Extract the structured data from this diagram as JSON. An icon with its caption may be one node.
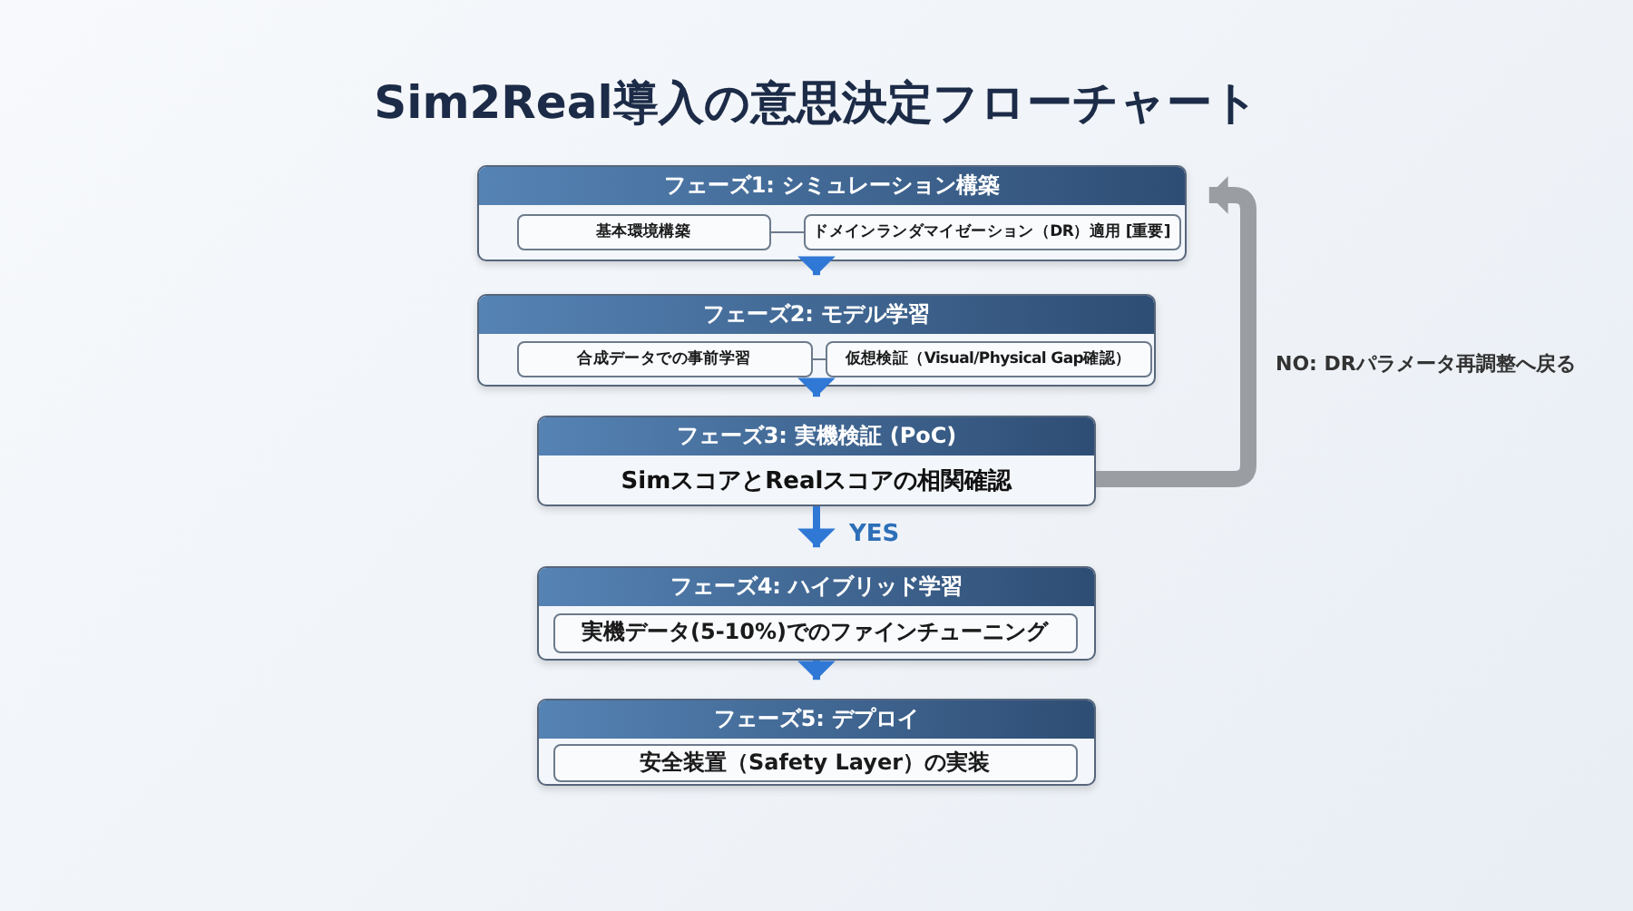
{
  "diagram": {
    "title": "Sim2Real導入の意思決定フローチャート",
    "nodes": [
      {
        "text": [
          "フェーズ1: シミュレーション構築"
        ]
      },
      {
        "text": [
          "基本環境構築"
        ],
        "in": 0
      },
      {
        "text": [
          "ドメインランダマイゼーション（DR）適用 [重要]"
        ],
        "in": 0
      },
      {
        "text": [
          "フェーズ2: モデル学習"
        ]
      },
      {
        "text": [
          "合成データでの事前学習"
        ],
        "in": 3
      },
      {
        "text": [
          "仮想検証（Visual/Physical Gap確認）"
        ],
        "in": 3
      },
      {
        "text": [
          "フェーズ3: 実機検証 (PoC)",
          "SimスコアとRealスコアの相関確認"
        ]
      },
      {
        "text": [
          "フェーズ4: ハイブリッド学習"
        ]
      },
      {
        "text": [
          "実機データ(5-10%)でのファインチューニング"
        ],
        "in": 7
      },
      {
        "text": [
          "フェーズ5: デプロイ"
        ]
      },
      {
        "text": [
          "安全装置（Safety Layer）の実装"
        ],
        "in": 9
      }
    ],
    "edges": [
      {
        "from": 1,
        "to": 2,
        "arrow": "none"
      },
      {
        "from": 4,
        "to": 5,
        "arrow": "none"
      },
      {
        "from": 0,
        "to": 3,
        "arrow": "to"
      },
      {
        "from": 3,
        "to": 6,
        "arrow": "to"
      },
      {
        "from": 6,
        "to": 7,
        "arrow": "to",
        "label": "YES"
      },
      {
        "from": 7,
        "to": 9,
        "arrow": "to"
      },
      {
        "from": 6,
        "to": 0,
        "arrow": "to",
        "label": "NO: DRパラメータ再調整へ戻る",
        "style": "thick",
        "color": "#9a9da2"
      }
    ]
  }
}
